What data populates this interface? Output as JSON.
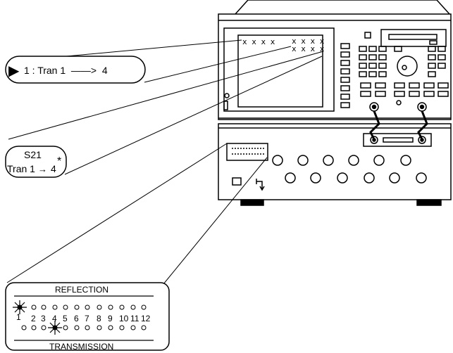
{
  "callout_channel": {
    "marker": "▶",
    "text": "1 : Tran 1  ——>  4"
  },
  "callout_param": {
    "line1": "S21",
    "line2_prefix": "Tran 1",
    "line2_arrow": "→",
    "line2_suffix": "4",
    "asterisk": "*"
  },
  "screen_marks": {
    "row1_left": "x x x x",
    "row1_right": "x x x x",
    "row2_right": "x x x x"
  },
  "port_panel": {
    "reflection_label": "REFLECTION",
    "transmission_label": "TRANSMISSION",
    "port_numbers_row1": [
      "1"
    ],
    "port_numbers_row2": [
      "2",
      "3",
      "4",
      "5",
      "6",
      "7",
      "8",
      "9",
      "10",
      "11",
      "12"
    ],
    "reflection_selected_port": 1,
    "transmission_selected_port": 4
  }
}
